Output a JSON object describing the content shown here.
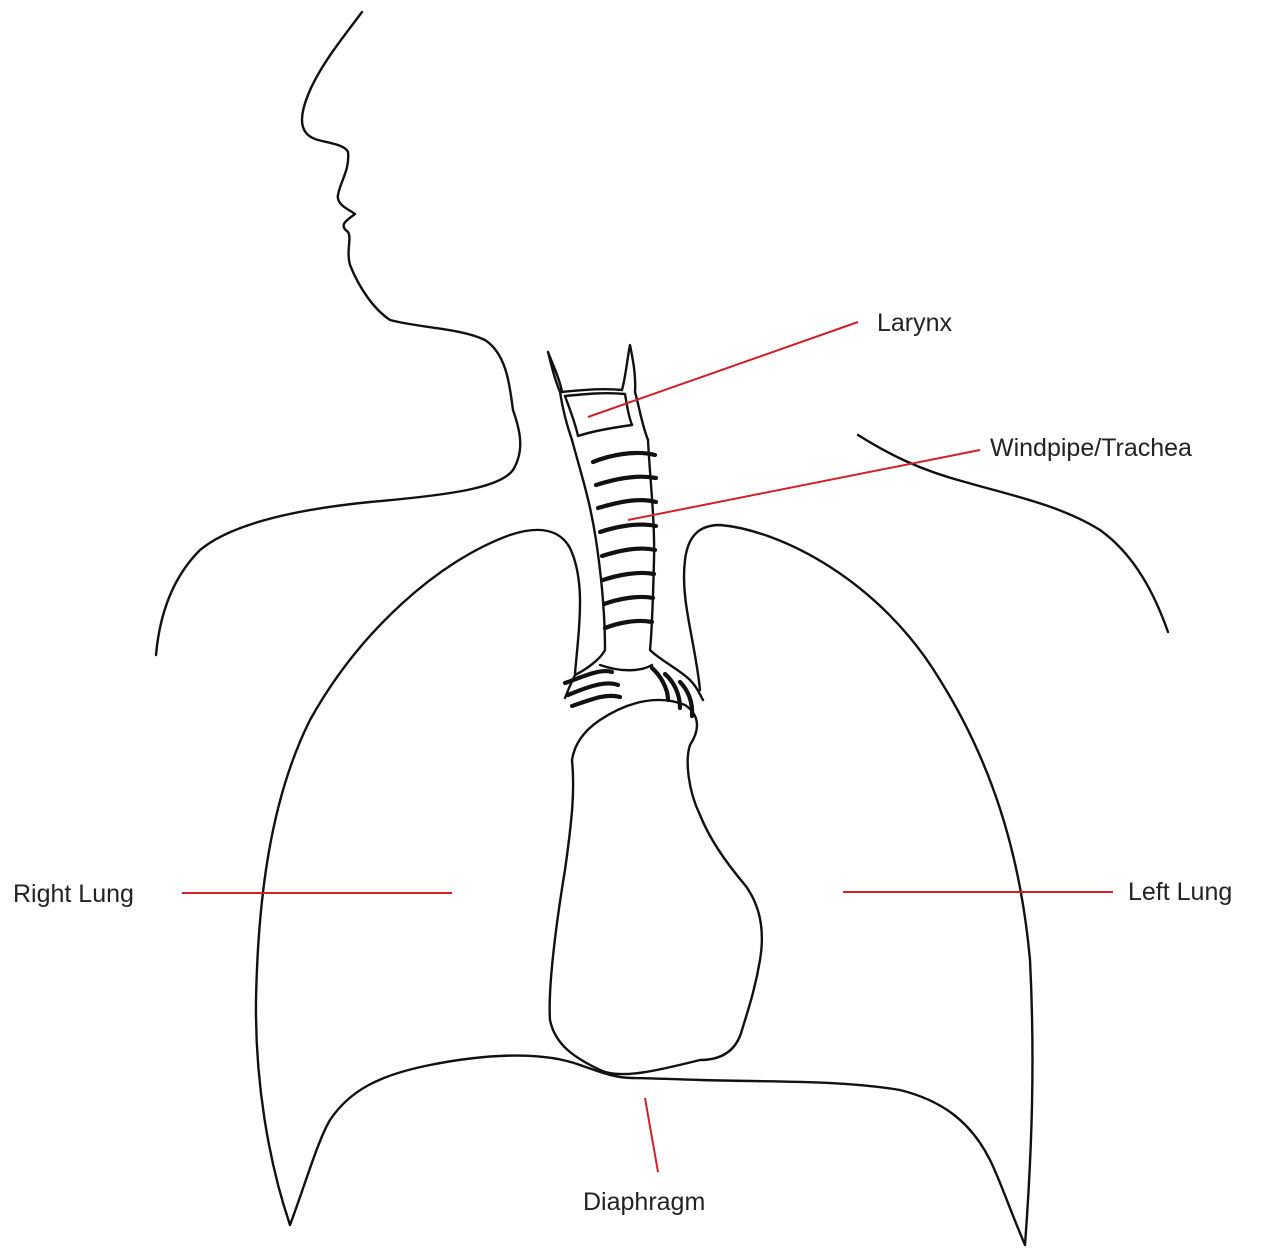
{
  "labels": {
    "larynx": "Larynx",
    "trachea": "Windpipe/Trachea",
    "right_lung": "Right Lung",
    "left_lung": "Left Lung",
    "diaphragm": "Diaphragm"
  },
  "colors": {
    "outline": "#111111",
    "leader": "#d0202a",
    "text": "#222222",
    "background": "#ffffff"
  }
}
